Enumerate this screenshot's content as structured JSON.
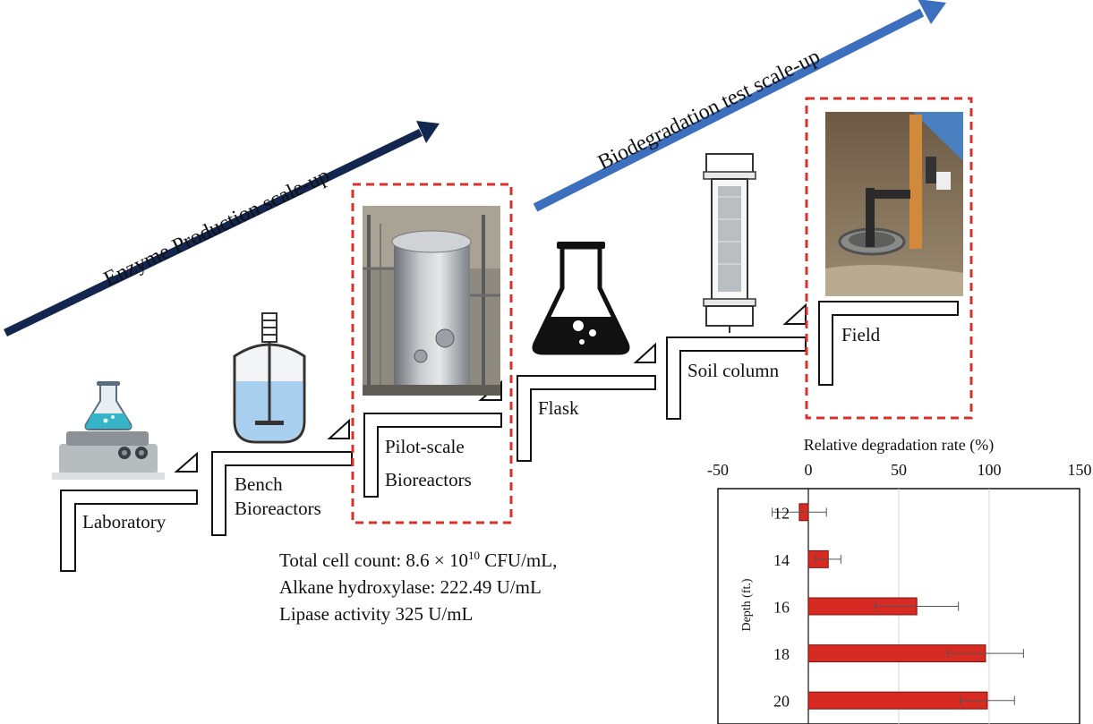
{
  "arrows": {
    "enzyme_label": "Enzyme Production scale-up",
    "biodegradation_label": "Biodegradation test scale-up"
  },
  "steps": {
    "laboratory": "Laboratory",
    "bench_line1": "Bench",
    "bench_line2": "Bioreactors",
    "pilot_line1": "Pilot-scale",
    "pilot_line2": "Bioreactors",
    "flask": "Flask",
    "soil_column": "Soil column",
    "field": "Field"
  },
  "stats": {
    "cell_count_prefix": "Total cell count: 8.6 × 10",
    "cell_count_exp": "10",
    "cell_count_suffix": " CFU/mL,",
    "alkane": "Alkane hydroxylase: 222.49 U/mL",
    "lipase": "Lipase activity 325 U/mL"
  },
  "colors": {
    "enzyme_arrow": "#13264f",
    "biodeg_arrow": "#3d6fbf",
    "highlight_box": "#d9302b",
    "bar": "#d62a22"
  },
  "chart_data": {
    "type": "bar",
    "orientation": "horizontal",
    "title": "Relative  degradation rate (%)",
    "ylabel": "Depth (ft.)",
    "xlabel": "",
    "xlim": [
      -50,
      150
    ],
    "xticks": [
      "-50",
      "0",
      "50",
      "100",
      "150"
    ],
    "categories": [
      "12",
      "14",
      "16",
      "18",
      "20"
    ],
    "values": [
      -5,
      11,
      60,
      98,
      99
    ],
    "errors": [
      15,
      7,
      23,
      21,
      15
    ],
    "grid": true
  }
}
